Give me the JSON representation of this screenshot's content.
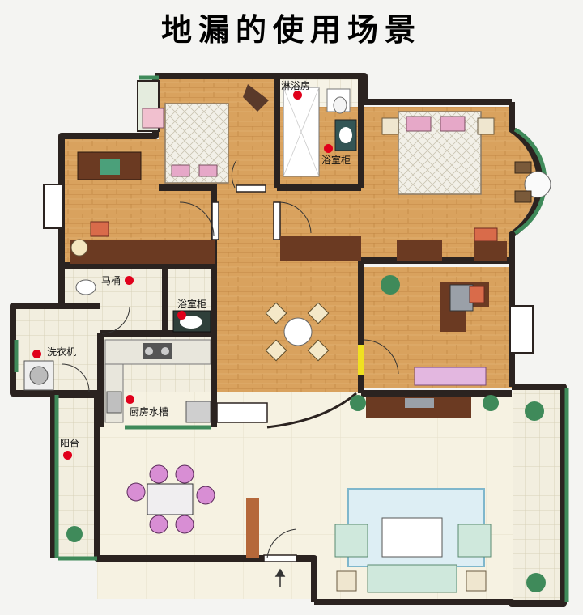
{
  "title": "地漏的使用场景",
  "markers": [
    {
      "id": "shower-room",
      "label": "淋浴房"
    },
    {
      "id": "bath-cabinet-master",
      "label": "浴室柜"
    },
    {
      "id": "toilet",
      "label": "马桶"
    },
    {
      "id": "bath-cabinet-guest",
      "label": "浴室柜"
    },
    {
      "id": "washing-machine",
      "label": "洗衣机"
    },
    {
      "id": "kitchen-sink",
      "label": "厨房水槽"
    },
    {
      "id": "balcony",
      "label": "阳台"
    }
  ],
  "colors": {
    "wall": "#2b2320",
    "wood": "#d9a25e",
    "tile": "#f3efdf",
    "green": "#3f8a5a",
    "marker": "#e0001b"
  }
}
